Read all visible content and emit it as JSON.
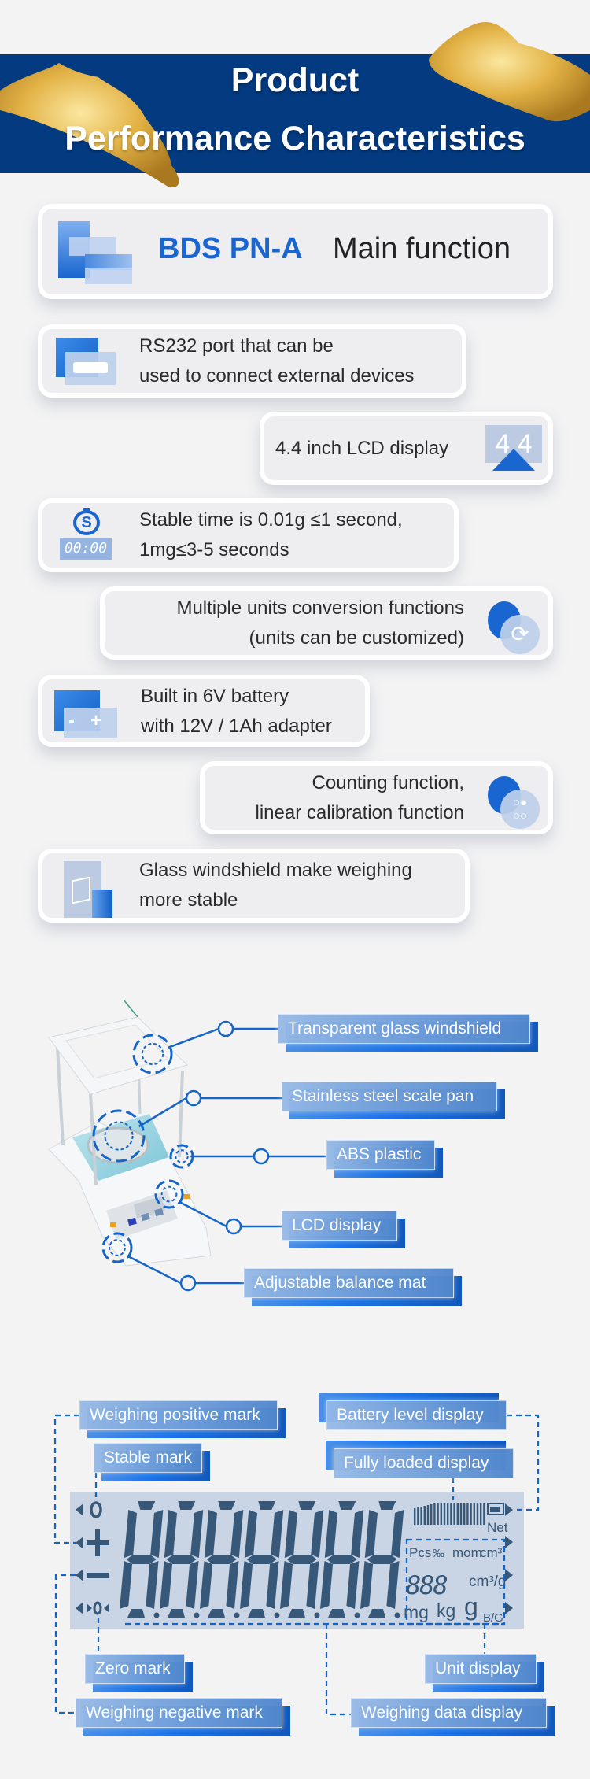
{
  "header": {
    "title_line1": "Product",
    "title_line2": "Performance Characteristics"
  },
  "main_card": {
    "model": "BDS PN-A",
    "title": "Main function"
  },
  "features": [
    {
      "line1": "RS232 port that can be",
      "line2": "used to connect external devices"
    },
    {
      "line1": "4.4 inch LCD display",
      "icon_text": "4.4"
    },
    {
      "line1": "Stable time is 0.01g ≤1 second,",
      "line2": "1mg≤3-5 seconds",
      "icon_text": "00:00"
    },
    {
      "line1": "Multiple units conversion functions",
      "line2": "(units can be customized)"
    },
    {
      "line1": "Built in 6V battery",
      "line2": "with 12V / 1Ah adapter"
    },
    {
      "line1": "Counting function,",
      "line2": "linear calibration function"
    },
    {
      "line1": "Glass windshield make weighing",
      "line2": "more stable"
    }
  ],
  "balance_labels": [
    "Transparent glass windshield",
    "Stainless steel scale pan",
    "ABS plastic",
    "LCD display",
    "Adjustable balance mat"
  ],
  "lcd": {
    "labels": {
      "positive": "Weighing positive mark",
      "stable": "Stable mark",
      "battery": "Battery level display",
      "full": "Fully loaded display",
      "zero": "Zero mark",
      "unit": "Unit display",
      "negative": "Weighing negative mark",
      "data": "Weighing data display"
    },
    "digits": "8888888",
    "net": "Net",
    "units_row1": [
      "Pcs",
      "‰",
      "mom",
      "cm³"
    ],
    "small_digits": "888",
    "cm3g": "cm³/g",
    "units_row3": [
      "mg",
      "kg",
      "g",
      "B/G"
    ]
  },
  "colors": {
    "brand_blue": "#1a66d0",
    "header_blue": "#033a80",
    "lcd_bg": "#c9d4e4",
    "lcd_segment": "#375878",
    "gold": "#e9b949"
  }
}
